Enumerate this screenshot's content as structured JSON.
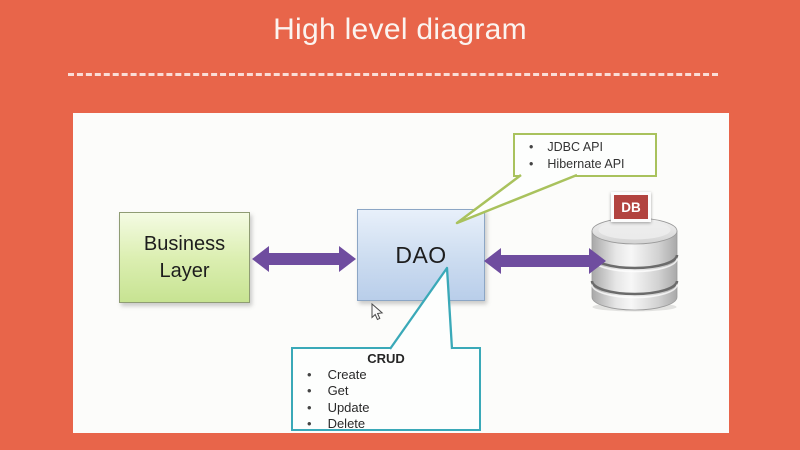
{
  "title": "High level diagram",
  "panel": {
    "business_layer": {
      "label": "Business Layer"
    },
    "dao": {
      "label": "DAO"
    },
    "api_callout": {
      "items": [
        "JDBC API",
        "Hibernate API"
      ]
    },
    "crud_callout": {
      "title": "CRUD",
      "items": [
        "Create",
        "Get",
        "Update",
        "Delete"
      ]
    },
    "database": {
      "badge": "DB"
    }
  },
  "colors": {
    "background": "#E8654A",
    "title_text": "#FBF4F0",
    "panel_background": "#FCFCFA",
    "purple_arrow": "#6F4D9F",
    "green_callout_border": "#A9C25D",
    "teal_callout_border": "#3AA9B8",
    "business_box_fill": "#D9EDAE",
    "business_box_border": "#8F9C74",
    "dao_box_fill": "#C9D9EF",
    "dao_box_border": "#8CA6C5",
    "db_badge_fill": "#B2433F",
    "cylinder_grey": "#CFCFCF"
  }
}
